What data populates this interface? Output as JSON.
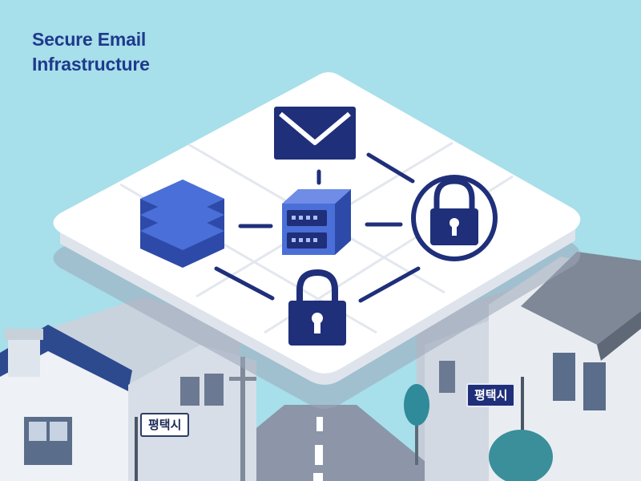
{
  "heading": {
    "line1": "Secure Email",
    "line2": "Infrastructure"
  },
  "street_signs": {
    "left": "평택시",
    "right": "평택시"
  },
  "icons": [
    "envelope-icon",
    "database-stack-icon",
    "server-icon",
    "padlock-icon",
    "padlock-circle-icon"
  ],
  "colors": {
    "sky": "#a7dfea",
    "heading": "#1f3a8c",
    "navy": "#1f2f7a",
    "blue": "#4a6fd8",
    "platform": "#ffffff",
    "roof": "#2d4a8f"
  }
}
